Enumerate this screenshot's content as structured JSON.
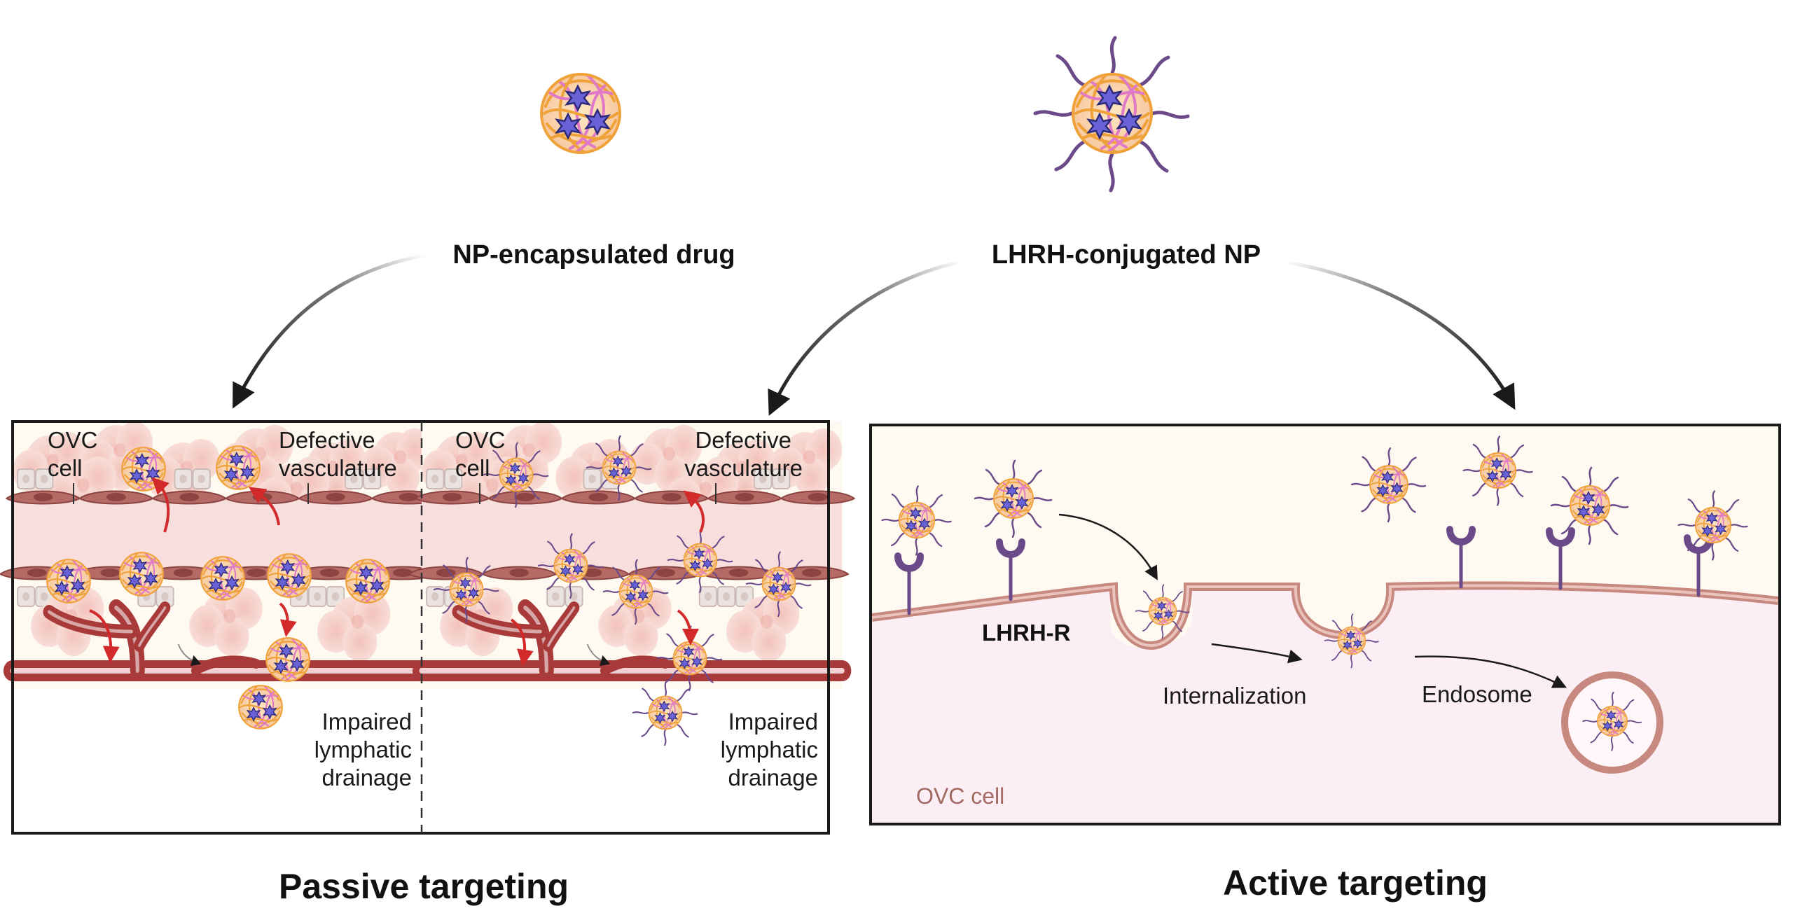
{
  "labels": {
    "np_encapsulated": "NP-encapsulated drug",
    "lhrh_conjugated": "LHRH-conjugated NP",
    "ovc_cell": "OVC",
    "cell": "cell",
    "defective": "Defective",
    "vasculature": "vasculature",
    "impaired": "Impaired",
    "lymphatic": "lymphatic",
    "drainage": "drainage",
    "lhrh_r": "LHRH-R",
    "internalization": "Internalization",
    "endosome": "Endosome",
    "ovc_cell_active": "OVC cell",
    "passive_targeting": "Passive targeting",
    "active_targeting": "Active targeting"
  },
  "colors": {
    "np_orange": "#f0a23a",
    "np_pink": "#e07ac8",
    "drug_star": "#6a63d8",
    "ligand": "#6b4a8a",
    "receptor": "#6b4a8a",
    "vessel": "#a93a3a",
    "tissue": "#f5c9c2",
    "cell_membrane": "#c7897f",
    "cytoplasm": "#fbeef5",
    "arrow_red": "#d22a2a"
  }
}
